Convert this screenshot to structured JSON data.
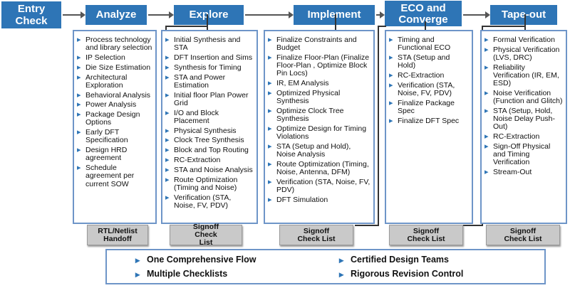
{
  "stages": [
    "Entry Check",
    "Analyze",
    "Explore",
    "Implement",
    "ECO and Converge",
    "Tape-out"
  ],
  "columns": [
    {
      "items": [
        "Process technology and library selection",
        "IP Selection",
        "Die Size Estimation",
        "Architectural Exploration",
        "Behavioral Analysis",
        "Power Analysis",
        "Package Design Options",
        "Early DFT Specification",
        "Design HRD agreement",
        "Schedule agreement per current SOW"
      ],
      "checklist": "RTL/Netlist Handoff"
    },
    {
      "items": [
        "Initial Synthesis and STA",
        "DFT Insertion and Sims",
        "Synthesis for Timing",
        "STA and Power Estimation",
        "Initial floor Plan Power Grid",
        "I/O and Block Placement",
        "Physical Synthesis",
        "Clock Tree Synthesis",
        "Block and Top Routing",
        "RC-Extraction",
        "STA and Noise Analysis",
        "Route Optimization (Timing and Noise)",
        "Verification (STA, Noise, FV, PDV)"
      ],
      "checklist": "Signoff Check List"
    },
    {
      "items": [
        "Finalize Constraints and Budget",
        "Finalize Floor-Plan (Finalize Floor-Plan , Optimize Block Pin Locs)",
        "IR, EM Analysis",
        "Optimized Physical Synthesis",
        "Optimize Clock Tree Synthesis",
        "Optimize Design for Timing Violations",
        "STA (Setup and Hold), Noise Analysis",
        "Route Optimization (Timing, Noise, Antenna, DFM)",
        "Verification (STA, Noise, FV, PDV)",
        "DFT Simulation"
      ],
      "checklist": "Signoff Check List"
    },
    {
      "items": [
        "Timing and Functional ECO",
        "STA (Setup and Hold)",
        "RC-Extraction",
        "Verification (STA, Noise, FV, PDV)",
        "Finalize Package Spec",
        "Finalize DFT Spec"
      ],
      "checklist": "Signoff Check List"
    },
    {
      "items": [
        "Formal Verification",
        "Physical Verification (LVS, DRC)",
        "Reliability Verification (IR, EM, ESD)",
        "Noise Verification (Function and Glitch)",
        "STA (Setup, Hold, Noise Delay Push-Out)",
        "RC-Extraction",
        "Sign-Off Physical and Timing Verification",
        "Stream-Out"
      ],
      "checklist": "Signoff Check List"
    }
  ],
  "footer": [
    "One Comprehensive Flow",
    "Certified Design Teams",
    "Multiple Checklists",
    "Rigorous Revision Control"
  ],
  "colors": {
    "stage": "#2E75B6",
    "box_border": "#6E95C8",
    "checklist": "#C9C9C9"
  }
}
